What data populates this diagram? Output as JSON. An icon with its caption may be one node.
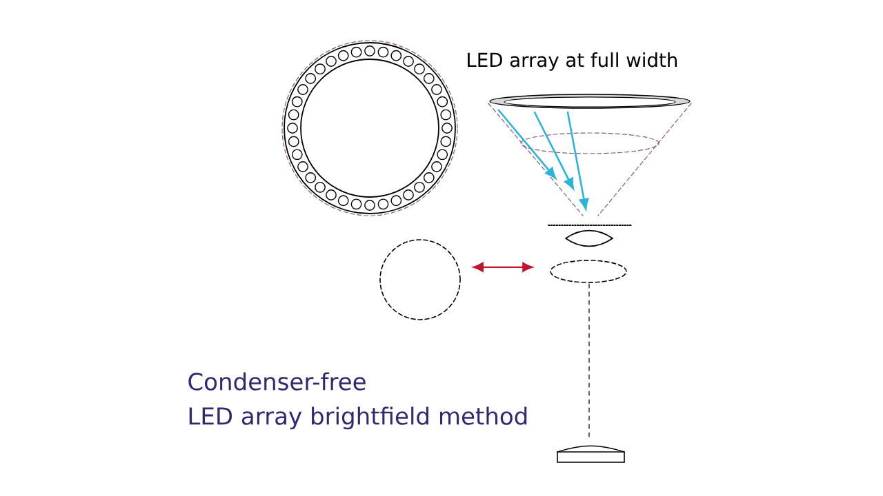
{
  "diagram": {
    "title": "Condenser-free LED array brightfield method",
    "nodes": [
      {
        "text": [],
        "shape": "circle"
      },
      {
        "text": [],
        "shape": "ellipse"
      }
    ],
    "edges": [
      {
        "from": 0,
        "to": 1,
        "arrow": "both",
        "color": "#c0152f"
      }
    ],
    "labels": [
      "LED array at full width"
    ]
  }
}
